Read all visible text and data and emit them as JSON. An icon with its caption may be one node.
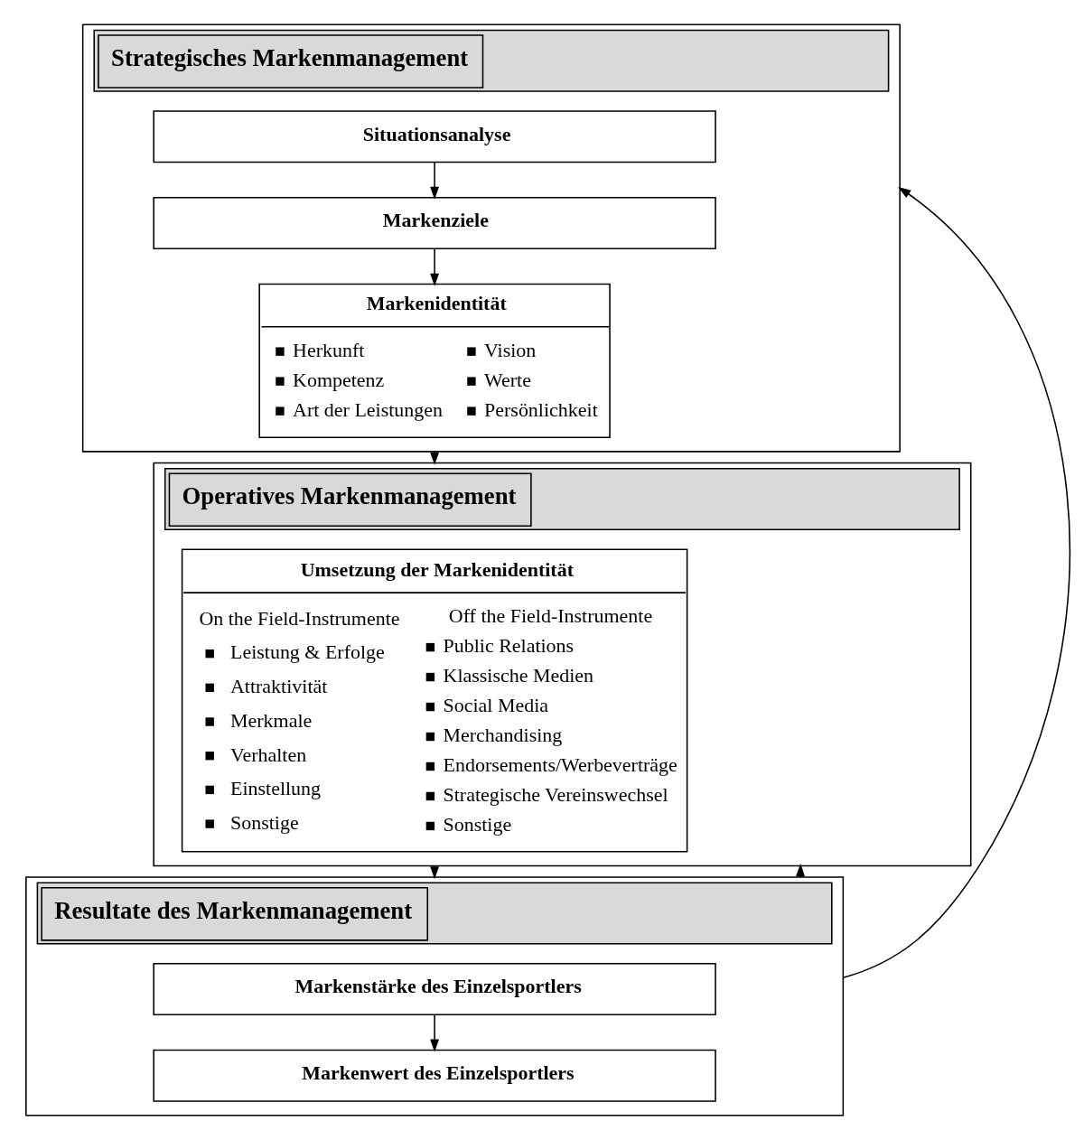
{
  "diagram": {
    "nodes": [
      {
        "text": [
          "Strategisches Markenmanagement"
        ]
      },
      {
        "text": [
          "Situationsanalyse"
        ],
        "in": 0
      },
      {
        "text": [
          "Markenziele"
        ],
        "in": 0
      },
      {
        "text": [
          "Markenidentität",
          "Herkunft",
          "Kompetenz",
          "Art der Leistungen",
          "Vision",
          "Werte",
          "Persönlichkeit"
        ],
        "in": 0
      },
      {
        "text": [
          "Operatives Markenmanagement"
        ]
      },
      {
        "text": [
          "Umsetzung der Markenidentität",
          "On the Field-Instrumente",
          "Leistung & Erfolge",
          "Attraktivität",
          "Merkmale",
          "Verhalten",
          "Einstellung",
          "Sonstige",
          "Off the Field-Instrumente",
          "Public Relations",
          "Klassische Medien",
          "Social Media",
          "Merchandising",
          "Endorsements/Werbeverträge",
          "Strategische Vereinswechsel",
          "Sonstige"
        ],
        "in": 4
      },
      {
        "text": [
          "Resultate des Markenmanagement"
        ]
      },
      {
        "text": [
          "Markenstärke des Einzelsportlers"
        ],
        "in": 6
      },
      {
        "text": [
          "Markenwert des Einzelsportlers"
        ],
        "in": 6
      }
    ],
    "edges": [
      {
        "from": 1,
        "to": 2,
        "arrow": "to"
      },
      {
        "from": 2,
        "to": 3,
        "arrow": "to"
      },
      {
        "from": 0,
        "to": 4,
        "arrow": "to"
      },
      {
        "from": 4,
        "to": 6,
        "arrow": "to"
      },
      {
        "from": 7,
        "to": 8,
        "arrow": "to"
      },
      {
        "from": 6,
        "to": 0,
        "arrow": "to"
      },
      {
        "from": 6,
        "to": 4,
        "arrow": "to"
      }
    ]
  }
}
